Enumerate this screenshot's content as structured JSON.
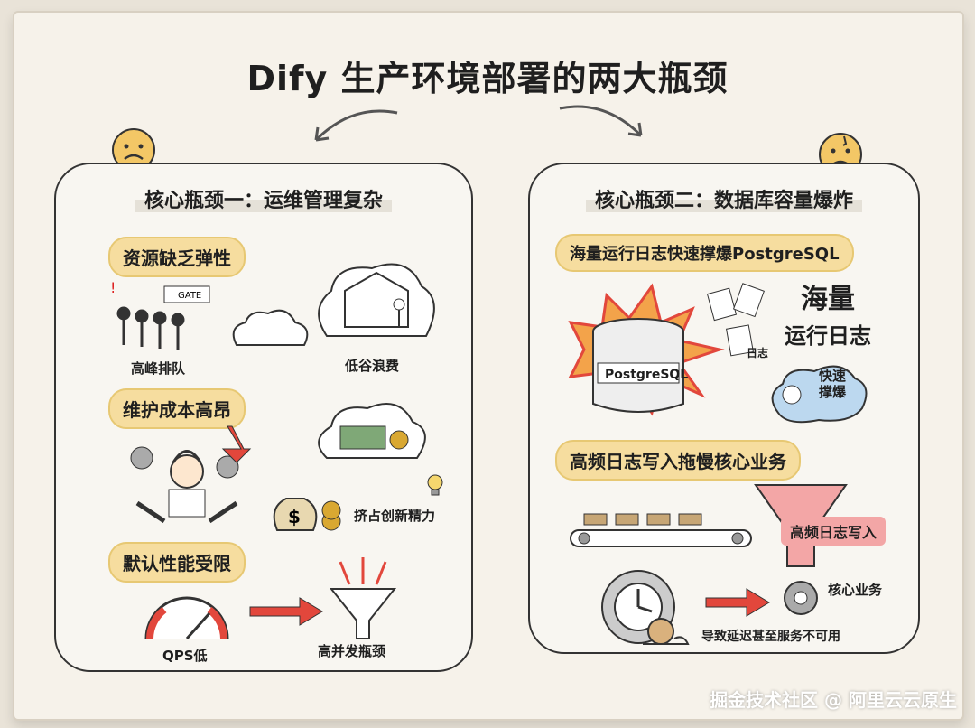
{
  "title": "Dify 生产环境部署的两大瓶颈",
  "left": {
    "heading": "核心瓶颈一：运维管理复杂",
    "items": [
      {
        "label": "资源缺乏弹性",
        "caption_left": "高峰排队",
        "caption_right": "低谷浪费",
        "gate_text": "GATE"
      },
      {
        "label": "维护成本高昂",
        "caption_right": "挤占创新精力"
      },
      {
        "label": "默认性能受限",
        "caption_left": "QPS低",
        "caption_right": "高并发瓶颈"
      }
    ]
  },
  "right": {
    "heading": "核心瓶颈二：数据库容量爆炸",
    "items": [
      {
        "label": "海量运行日志快速撑爆PostgreSQL",
        "db_label": "PostgreSQL",
        "big1": "海量",
        "big2": "运行日志",
        "bubble": "快速\n撑爆",
        "small": "日志"
      },
      {
        "label": "高频日志写入拖慢核心业务",
        "funnel_label": "高频日志写入",
        "core_label": "核心业务",
        "result": "导致延迟甚至服务不可用"
      }
    ]
  },
  "footer": "掘金技术社区 @ 阿里云云原生",
  "colors": {
    "accent": "#f6dd9f",
    "red": "#e2473c",
    "paper": "#f6f2ea"
  }
}
